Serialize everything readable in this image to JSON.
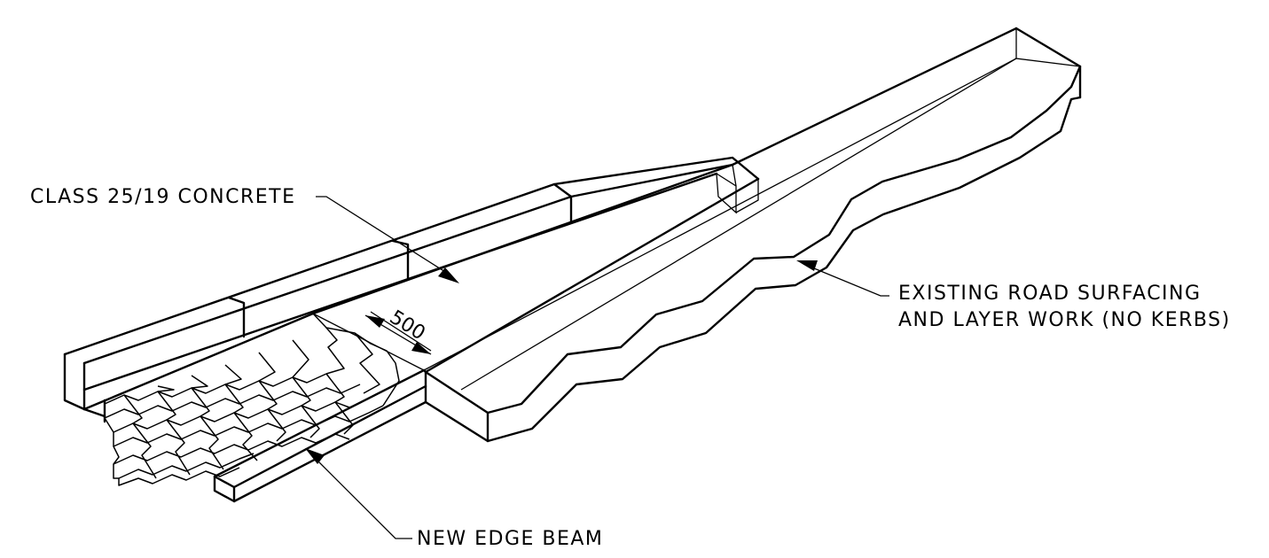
{
  "labels": {
    "concrete": "CLASS 25/19 CONCRETE",
    "existing_line1": "EXISTING ROAD SURFACING",
    "existing_line2": "AND LAYER WORK (NO KERBS)",
    "edge_beam": "NEW EDGE BEAM",
    "dimension": "500"
  }
}
